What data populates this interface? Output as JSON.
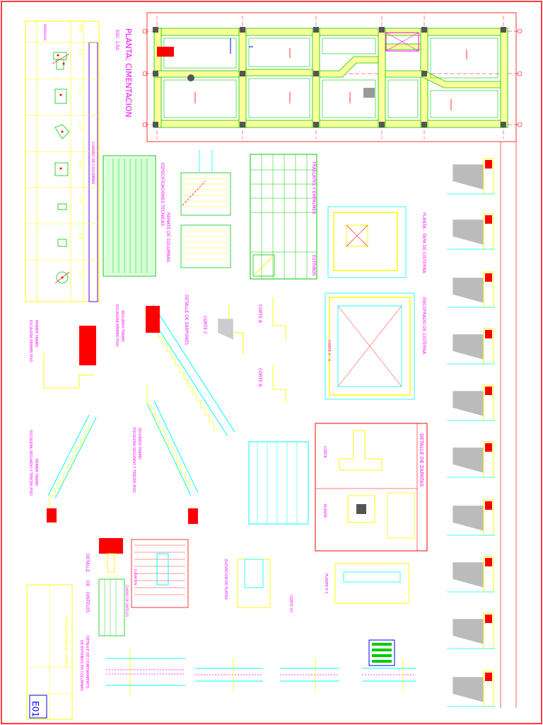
{
  "sheet": {
    "code": "E01",
    "main_title": "PLANTA: CIMENTACION",
    "main_scale": "ESC. 1/50",
    "colors": {
      "border": "#ff0000",
      "wall_fill": "#ffff99",
      "wall_line": "#00cc00",
      "annotation": "#ff00ff",
      "cyan": "#00ffff",
      "yellow": "#ffff00",
      "red": "#ff0000"
    }
  },
  "columns_table": {
    "title": "CUADRO DE COLUMNAS",
    "header_tipo": "TIPO",
    "header_dim": "DIMENSION",
    "types": [
      "C-1",
      "C-2",
      "C-3",
      "C-4",
      "C-5",
      "C-6",
      "C-7"
    ]
  },
  "especificaciones": {
    "title": "ESPECIFICACIONES TECNICAS"
  },
  "remate": {
    "title": "REMATE DE COLUMNAS"
  },
  "traslapes": {
    "title": "TRASLAPES Y EMPALMES",
    "estribos": "ESTRIBOS"
  },
  "cisterna": {
    "planta_title": "PLANTA - TAPA DE CISTERNA",
    "encofrado_title": "ENCOFRADO DE CISTERNA",
    "corte_xx": "CORTE X - X"
  },
  "zarpas": {
    "detalle_title": "DETALLE DE ZARPONES",
    "corte_a": "CORTE A",
    "corte_b": "CORTE B",
    "corte_c": "CORTE C"
  },
  "escaleras": {
    "e1_line1": "PRIMER TRAMO",
    "e1_line2": "ESCALERA PRIMER PISO",
    "e2_line1": "SEGUNDO TRAMO",
    "e2_line2": "ESCALERA PRIMER PISO",
    "e3_line1": "PRIMER TRAMO",
    "e3_line2": "ESCALERA SEGUNDO Y TERCER PISO",
    "e4_line1": "SEGUNDO TRAMO",
    "e4_line2": "ESCALERA SEGUNDO Y TERCER PISO"
  },
  "zapatas": {
    "title": "DETALLE DE ZAPATAS",
    "corte": "CORTE",
    "planta": "PLANTA"
  },
  "dinteles": {
    "title_line1": "DETALLE",
    "title_line2": "DE",
    "title_line3": "DINTELES",
    "cuadro": "CUADRO DE DINTELES",
    "elevacion": "ELEVACION"
  },
  "platea": {
    "elevacion": "ELEVACION DE PLATEA",
    "planta": "PLANTA P-1",
    "corte": "CORTE Y-Y"
  },
  "estribos_detalle": {
    "title_line1": "DETALLE DE CONFINAMIENTO",
    "title_line2": "DE ESTRIBOS EN COLUMNAS"
  },
  "title_block": {
    "project": "VIVIENDA MULTIFAMILIAR COMERCIO",
    "sheet_label": "E01"
  }
}
